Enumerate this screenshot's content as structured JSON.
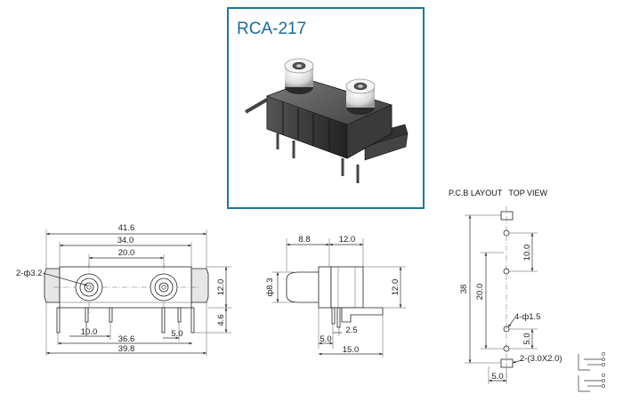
{
  "product": {
    "model": "RCA-217",
    "frame_color": "#1a7a96",
    "title_color": "#1a6aa0"
  },
  "front_view": {
    "overall_width": "41.6",
    "inner_width": "34.0",
    "pitch": "20.0",
    "jack_hole": "2-ф3.2",
    "height": "12.0",
    "pin_length": "4.6",
    "pin_spacing": "10.0",
    "pin_offset": "5.0",
    "pin_span": "36.6",
    "base_width": "39.8"
  },
  "side_view": {
    "plug_length": "8.8",
    "body_length": "12.0",
    "plug_diameter": "ф8.3",
    "height": "12.0",
    "pin_offset": "5.0",
    "pin_step": "2.5",
    "depth": "15.0"
  },
  "pcb_layout": {
    "heading": "P.C.B LAYOUT   TOP VIEW",
    "overall": "38",
    "outer_span": "20.0",
    "upper_pitch": "10.0",
    "hole_callout": "4-ф1.5",
    "lower_pitch": "5.0",
    "slot_callout": "2-(3.0X2.0)",
    "width": "5.0"
  }
}
